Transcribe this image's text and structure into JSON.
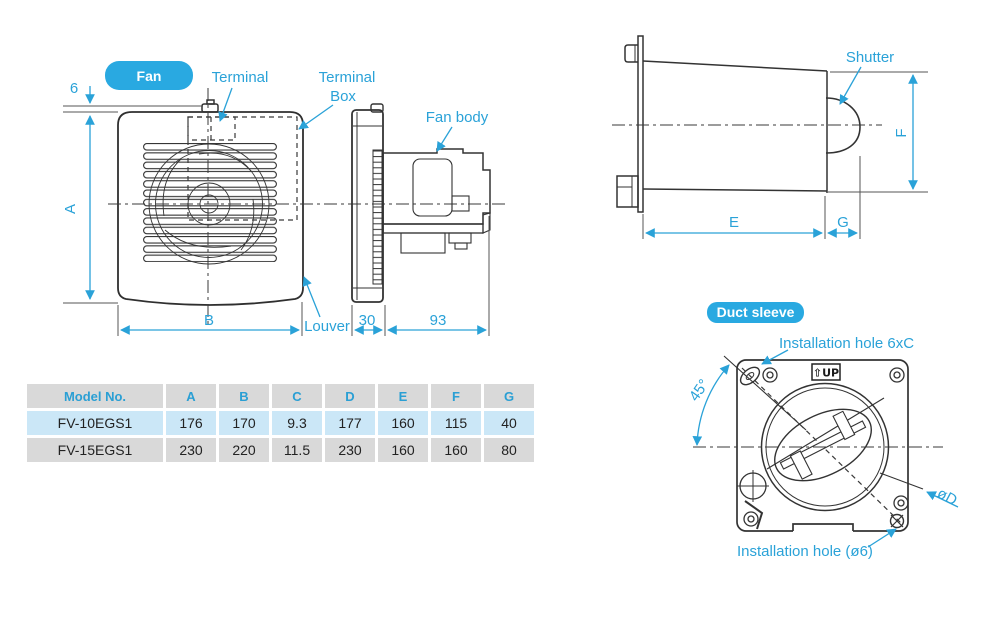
{
  "accent_color": "#2aa2d8",
  "badge_color": "#29a9e1",
  "badges": {
    "fan": "Fan",
    "duct_sleeve": "Duct sleeve"
  },
  "labels": {
    "terminal": "Terminal",
    "terminal_box": {
      "line1": "Terminal",
      "line2": "Box"
    },
    "fan_body": "Fan body",
    "louver": "Louver",
    "shutter": "Shutter",
    "installation_hole_top": "Installation hole 6xC",
    "installation_hole_bottom": "Installation hole (ø6)",
    "up_marking": "⇧UP",
    "angle": "45°",
    "dia_d": "øD"
  },
  "dimensions": {
    "gap_top": "6",
    "height": "A",
    "width": "B",
    "louver_depth": "30",
    "body_depth": "93",
    "sleeve_length": "E",
    "shutter_depth": "G",
    "shutter_height": "F"
  },
  "table": {
    "headers": [
      "Model No.",
      "A",
      "B",
      "C",
      "D",
      "E",
      "F",
      "G"
    ],
    "rows": [
      {
        "model": "FV-10EGS1",
        "values": [
          "176",
          "170",
          "9.3",
          "177",
          "160",
          "115",
          "40"
        ]
      },
      {
        "model": "FV-15EGS1",
        "values": [
          "230",
          "220",
          "11.5",
          "230",
          "160",
          "160",
          "80"
        ]
      }
    ]
  }
}
